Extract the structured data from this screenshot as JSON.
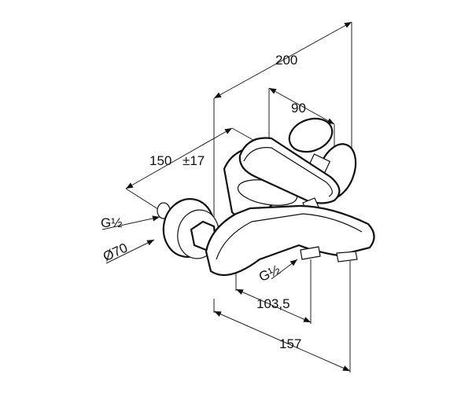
{
  "dimensions": {
    "overall_depth": "200",
    "lever_width": "90",
    "center_distance": "150",
    "center_tolerance": "±17",
    "inlet_thread": "G½",
    "rosette_diameter": "Ø70",
    "outlet_thread": "G½",
    "outlet_projection": "103,5",
    "spout_projection": "157"
  }
}
